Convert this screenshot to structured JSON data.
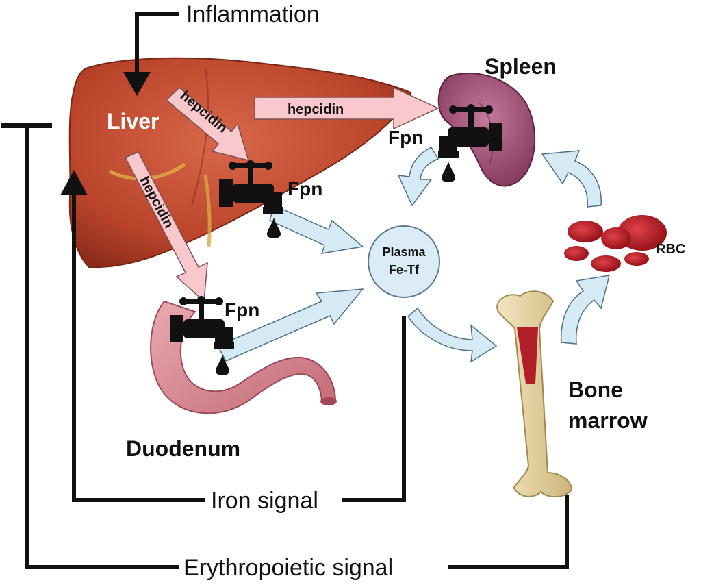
{
  "labels": {
    "inflammation": "Inflammation",
    "liver": "Liver",
    "spleen": "Spleen",
    "duodenum": "Duodenum",
    "bone_line1": "Bone",
    "bone_line2": "marrow",
    "rbc": "RBC",
    "plasma_line1": "Plasma",
    "plasma_line2": "Fe-Tf",
    "iron_signal": "Iron signal",
    "erythropoietic_signal": "Erythropoietic signal"
  },
  "hepcidin_arrows": [
    "hepcidin",
    "hepcidin",
    "hepcidin"
  ],
  "ferroportin": [
    "Fpn",
    "Fpn",
    "Fpn"
  ],
  "colors": {
    "hepcidin_fill": "#f8c8cc",
    "flow_arrow_fill": "#d6eaf6",
    "plasma_fill": "#dbecf7",
    "liver": "#b8432a",
    "spleen": "#a04f78",
    "duodenum": "#d98c95",
    "bone": "#ead9a8",
    "marrow": "#b01e28",
    "rbc": "#c0121c",
    "signal_line": "#111111"
  },
  "icons": [
    "faucet-icon",
    "iron-drop-icon",
    "inhibition-bar-icon",
    "activation-arrow-icon"
  ]
}
